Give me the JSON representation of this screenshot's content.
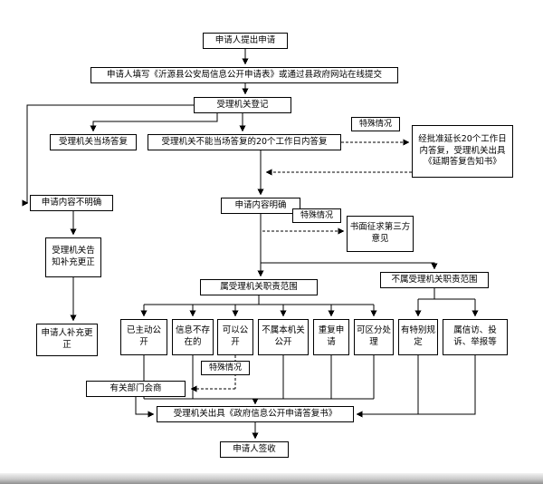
{
  "nodes": {
    "submit": "申请人提出申请",
    "fill_form": "申请人填写《沂源县公安局信息公开申请表》或通过县政府网站在线提交",
    "register": "受理机关登记",
    "onspot_reply": "受理机关当场答复",
    "reply_20days": "受理机关不能当场答复的20个工作日内答复",
    "special_case_1": "特殊情况",
    "extend_reply": "经批准延长20个工作日内答复，受理机关出具《延期答复告知书》",
    "content_unclear": "申请内容不明确",
    "content_clear": "申请内容明确",
    "special_case_2": "特殊情况",
    "third_party": "书面征求第三方意见",
    "notify_supplement": "受理机关告知补充更正",
    "in_scope": "属受理机关职责范围",
    "out_of_scope": "不属受理机关职责范围",
    "applicant_supplement": "申请人补充更正",
    "already_disclosed": "已主动公开",
    "info_not_exist": "信息不存在的",
    "can_disclose": "可以公开",
    "not_this_authority": "不属本机关公开",
    "repeat_application": "重复申请",
    "separable_handling": "可区分处理",
    "special_provisions": "有特别规定",
    "petition_complaint": "属信访、投诉、举报等",
    "special_case_3": "特殊情况",
    "dept_consultation": "有关部门会商",
    "issue_reply": "受理机关出具《政府信息公开申请答复书》",
    "applicant_sign": "申请人签收"
  }
}
